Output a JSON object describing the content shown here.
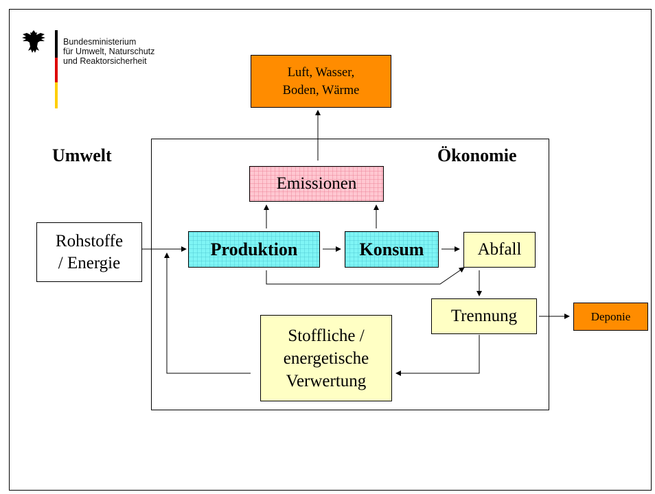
{
  "logo": {
    "line1": "Bundesministerium",
    "line2": "für Umwelt, Naturschutz",
    "line3": "und Reaktorsicherheit"
  },
  "labels": {
    "umwelt": "Umwelt",
    "oekonomie": "Ökonomie"
  },
  "boxes": {
    "luft_line1": "Luft, Wasser,",
    "luft_line2": "Boden, Wärme",
    "emissionen": "Emissionen",
    "rohstoffe_line1": "Rohstoffe",
    "rohstoffe_line2": "/ Energie",
    "produktion": "Produktion",
    "konsum": "Konsum",
    "abfall": "Abfall",
    "trennung": "Trennung",
    "deponie": "Deponie",
    "verwertung_line1": "Stoffliche /",
    "verwertung_line2": "energetische",
    "verwertung_line3": "Verwertung"
  },
  "colors": {
    "orange": "#ff8c00",
    "yellow": "#ffffc4",
    "cyan": "#7ff5f5",
    "pink": "#ffc7d1",
    "flag_black": "#000000",
    "flag_red": "#dd0000",
    "flag_gold": "#ffce00"
  }
}
